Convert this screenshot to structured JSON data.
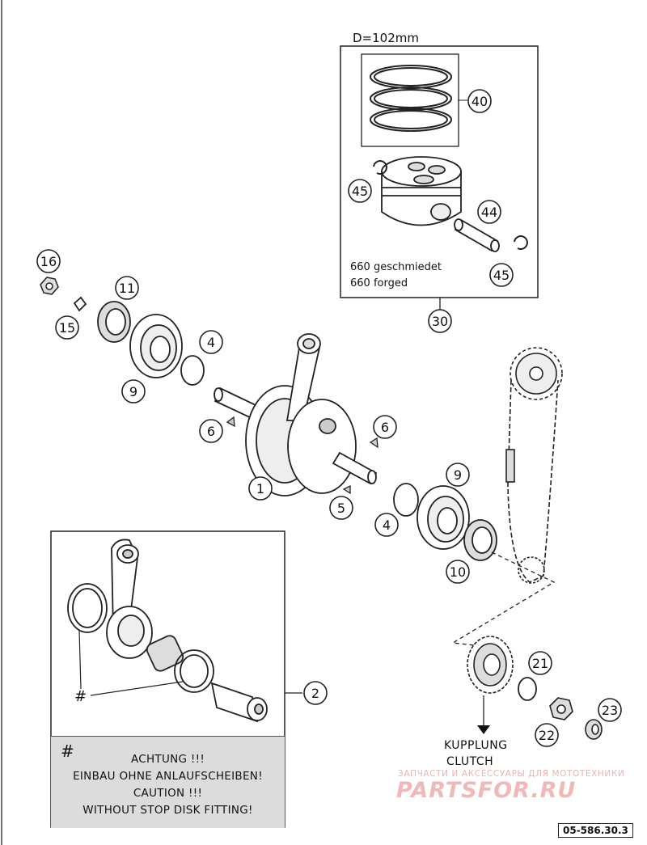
{
  "diagram": {
    "dimension_label": "D=102mm",
    "piston_note_de": "660 geschmiedet",
    "piston_note_en": "660 forged",
    "callouts": [
      "40",
      "45",
      "44",
      "45",
      "30",
      "16",
      "11",
      "15",
      "4",
      "9",
      "6",
      "6",
      "1",
      "5",
      "9",
      "4",
      "10",
      "2",
      "21",
      "23",
      "22"
    ],
    "hash_mark": "#",
    "clutch_label_de": "KUPPLUNG",
    "clutch_label_en": "CLUTCH",
    "warning": {
      "hash": "#",
      "lines": [
        "ACHTUNG !!!",
        "EINBAU OHNE ANLAUFSCHEIBEN!",
        "CAUTION !!!",
        "WITHOUT STOP DISK FITTING!"
      ]
    },
    "watermark": {
      "tagline": "ЗАПЧАСТИ И АКСЕССУАРЫ ДЛЯ МОТОТЕХНИКИ",
      "logo": "PARTSFOR.RU"
    },
    "reference_code": "05-586.30.3"
  }
}
